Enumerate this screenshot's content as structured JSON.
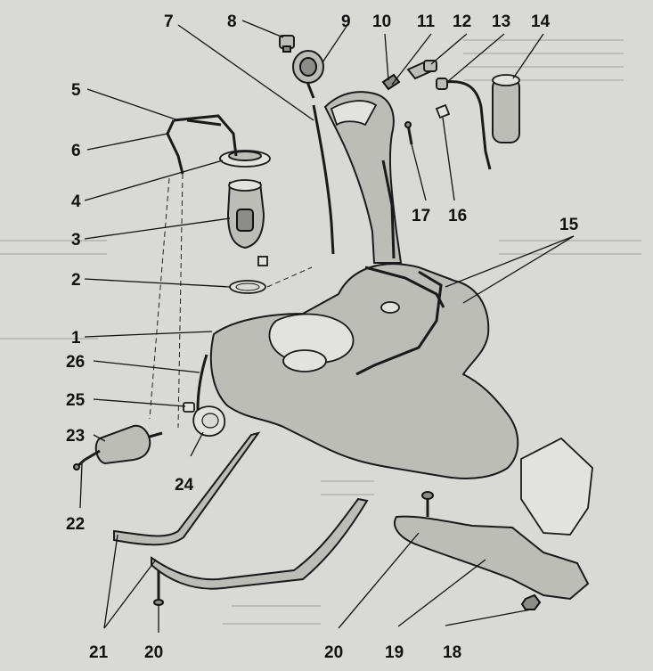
{
  "callouts": {
    "c1": "1",
    "c2": "2",
    "c3": "3",
    "c4": "4",
    "c5": "5",
    "c6": "6",
    "c7": "7",
    "c8": "8",
    "c9": "9",
    "c10": "10",
    "c11": "11",
    "c12": "12",
    "c13": "13",
    "c14": "14",
    "c15": "15",
    "c16": "16",
    "c17": "17",
    "c18": "18",
    "c19": "19",
    "c20a": "20",
    "c20b": "20",
    "c21": "21",
    "c22": "22",
    "c23": "23",
    "c24": "24",
    "c25": "25",
    "c26": "26"
  },
  "colors": {
    "background": "#d9d9d6",
    "ink": "#111111",
    "part_fill": "#bdbdb8"
  }
}
